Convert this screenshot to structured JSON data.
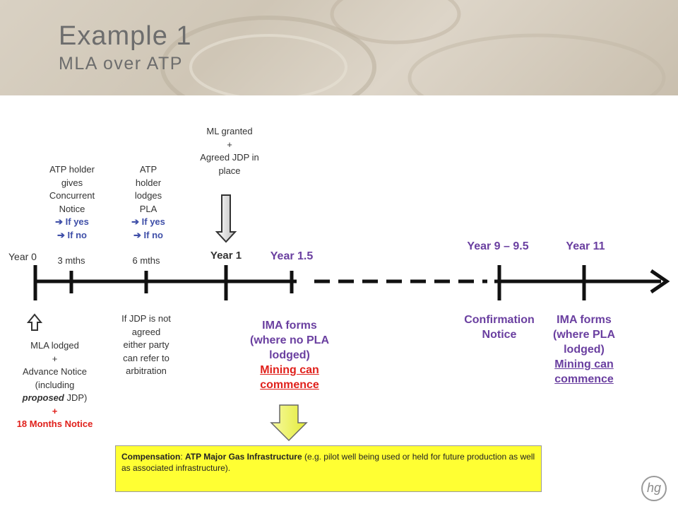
{
  "header": {
    "title": "Example 1",
    "subtitle": "MLA over ATP"
  },
  "timeline": {
    "year0": "Year 0",
    "mths3": "3 mths",
    "mths6": "6 mths",
    "year1": "Year 1",
    "year1_5": "Year 1.5",
    "year9": "Year 9 – 9.5",
    "year11": "Year 11"
  },
  "above": {
    "concurrent": [
      "ATP holder",
      "gives",
      "Concurrent",
      "Notice"
    ],
    "pla": [
      "ATP",
      "holder",
      "lodges",
      "PLA"
    ],
    "if_yes": "If yes",
    "if_no": "If no",
    "ml_granted": [
      "ML granted",
      "+",
      "Agreed JDP in",
      "place"
    ]
  },
  "below": {
    "mla_lines": [
      "MLA lodged",
      "+",
      "Advance Notice",
      "(including"
    ],
    "mla_proposed": "proposed",
    "mla_jdp": " JDP)",
    "mla_plus": "+",
    "mla_notice": "18 Months Notice",
    "jdp": [
      "If JDP is not",
      "agreed",
      "either party",
      "can refer to",
      "arbitration"
    ],
    "ima1": [
      "IMA forms",
      "(where no PLA",
      "lodged)"
    ],
    "mining": "Mining can",
    "commence": "commence",
    "confirmation": [
      "Confirmation",
      "Notice"
    ],
    "ima2": [
      "IMA forms",
      "(where PLA",
      "lodged)"
    ]
  },
  "compensation": {
    "label": "Compensation",
    "sep": ": ",
    "bold_text": "ATP Major Gas Infrastructure",
    "rest": " (e.g. pilot well being used or held for future production as well as associated infrastructure)."
  },
  "logo": {
    "text": "hg"
  },
  "colors": {
    "accent_purple": "#6a3fa0",
    "accent_red": "#e0201b",
    "arrow_blue": "#3f4fa8",
    "highlight": "#ffff33"
  }
}
